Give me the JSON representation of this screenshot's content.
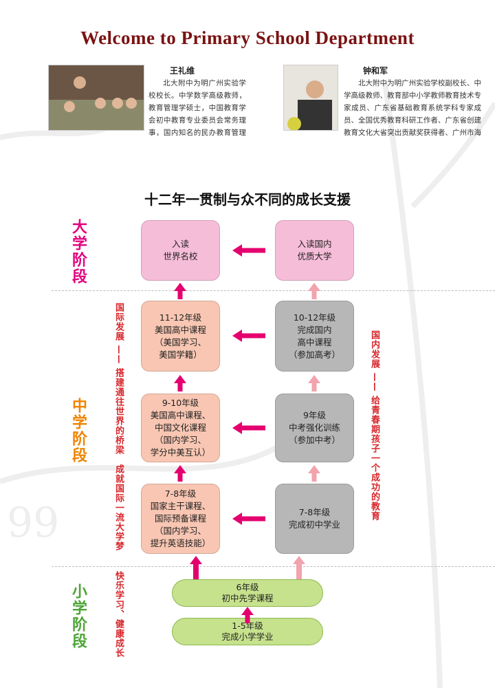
{
  "title": "Welcome to Primary School Department",
  "people": [
    {
      "name": "王礼维",
      "bio": "北大附中为明广州实验学校校长。中学数学高级教师，教育管理学硕士，中国教育学会初中教育专业委员会常务理事，国内知名的民办教育管理专家。曾获“江西省优秀教师、全国教育科研杰出校长、全国信息技术教育创新管理校长、全国素质教育先进个人”等荣誉称号。"
    },
    {
      "name": "钟和军",
      "bio": "北大附中为明广州实验学校副校长、中学高级教师、教育部中小学教师教育技术专家成员、广东省基础教育系统学科专家成员、全国优秀教育科研工作者、广东省创建教育文化大省突出贡献奖获得者、广州市海珠区专业技术拔尖人才。"
    }
  ],
  "subtitle": "十二年一贯制与众不同的成长支援",
  "stages": {
    "university": "大学阶段",
    "middle": "中学阶段",
    "primary": "小学阶段"
  },
  "side_texts": {
    "intl": "国际发展 —— 搭建通往世界的桥梁　成就国际一流大学梦",
    "domestic": "国内发展 —— 给青春期孩子一个成功的教育",
    "primary": "快乐学习、健康成长"
  },
  "boxes": {
    "intl_univ": [
      "入读",
      "世界名校"
    ],
    "dom_univ": [
      "入读国内",
      "优质大学"
    ],
    "intl_11": [
      "11-12年级",
      "美国高中课程",
      "（美国学习、",
      "美国学籍）"
    ],
    "dom_10": [
      "10-12年级",
      "完成国内",
      "高中课程",
      "（参加高考）"
    ],
    "intl_9": [
      "9-10年级",
      "美国高中课程、",
      "中国文化课程",
      "（国内学习、",
      "学分中美互认）"
    ],
    "dom_9": [
      "9年级",
      "中考强化训练",
      "（参加中考）"
    ],
    "intl_7": [
      "7-8年级",
      "国家主干课程、",
      "国际预备课程",
      "（国内学习、",
      "提升英语技能）"
    ],
    "dom_7": [
      "7-8年级",
      "完成初中学业"
    ],
    "g6": [
      "6年级",
      "初中先学课程"
    ],
    "g1": [
      "1-5年级",
      "完成小学学业"
    ]
  },
  "colors": {
    "title": "#7a1212",
    "magenta": "#e4007f",
    "orange": "#f08300",
    "green": "#4ca535",
    "arrow_dark": "#e4006e",
    "arrow_light": "#f2a3ad"
  }
}
